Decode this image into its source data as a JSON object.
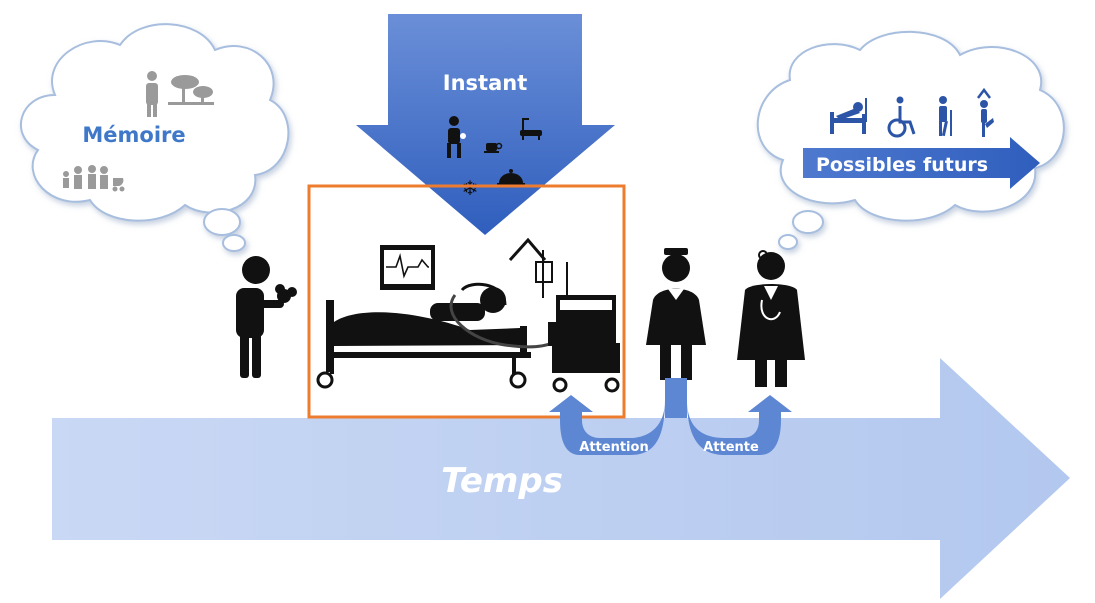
{
  "labels": {
    "memory": "Mémoire",
    "instant": "Instant",
    "futures": "Possibles futurs",
    "time": "Temps",
    "attention": "Attention",
    "waiting": "Attente"
  },
  "colors": {
    "time_arrow": "#b9cdf1",
    "instant_arrow": "#3d69c4",
    "futures_arrow": "#3a66c4",
    "memory_text": "#3f78c8",
    "room_border": "#ee7c2e",
    "attention_arrow": "#5d87d3",
    "figure": "#111111",
    "memory_icons": "#9a9a9a"
  },
  "icons": {
    "instant": [
      "person-in-pain-icon",
      "coffee-cup-icon",
      "bathtub-icon",
      "snowflake-icon",
      "food-cloche-icon"
    ],
    "futures": [
      "bedridden-patient-icon",
      "wheelchair-icon",
      "walking-with-cane-icon",
      "yoga-pose-icon"
    ],
    "memory": [
      "elderly-person-icon",
      "landscape-trees-icon",
      "family-icon"
    ]
  }
}
